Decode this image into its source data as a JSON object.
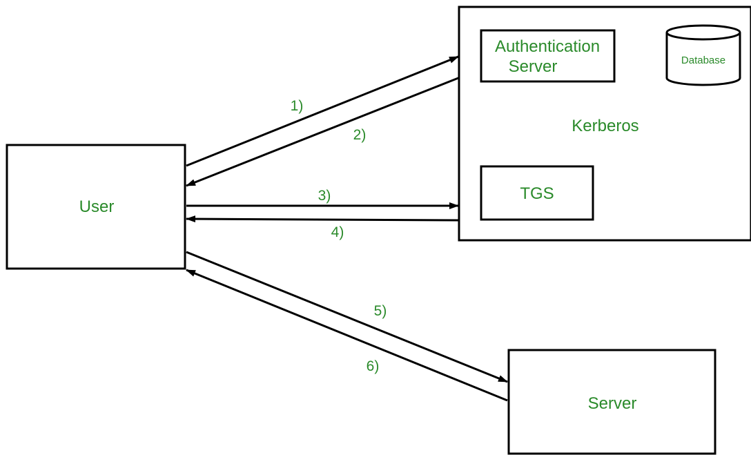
{
  "nodes": {
    "user": "User",
    "kerberos": "Kerberos",
    "auth_server_line1": "Authentication",
    "auth_server_line2": "Server",
    "database": "Database",
    "tgs": "TGS",
    "server": "Server"
  },
  "edges": [
    {
      "label": "1)",
      "from": "User",
      "to": "Authentication Server"
    },
    {
      "label": "2)",
      "from": "Authentication Server",
      "to": "User"
    },
    {
      "label": "3)",
      "from": "User",
      "to": "TGS"
    },
    {
      "label": "4)",
      "from": "TGS",
      "to": "User"
    },
    {
      "label": "5)",
      "from": "User",
      "to": "Server"
    },
    {
      "label": "6)",
      "from": "Server",
      "to": "User"
    }
  ],
  "colors": {
    "label": "#2a8a2a",
    "stroke": "#000000",
    "background": "#ffffff"
  }
}
